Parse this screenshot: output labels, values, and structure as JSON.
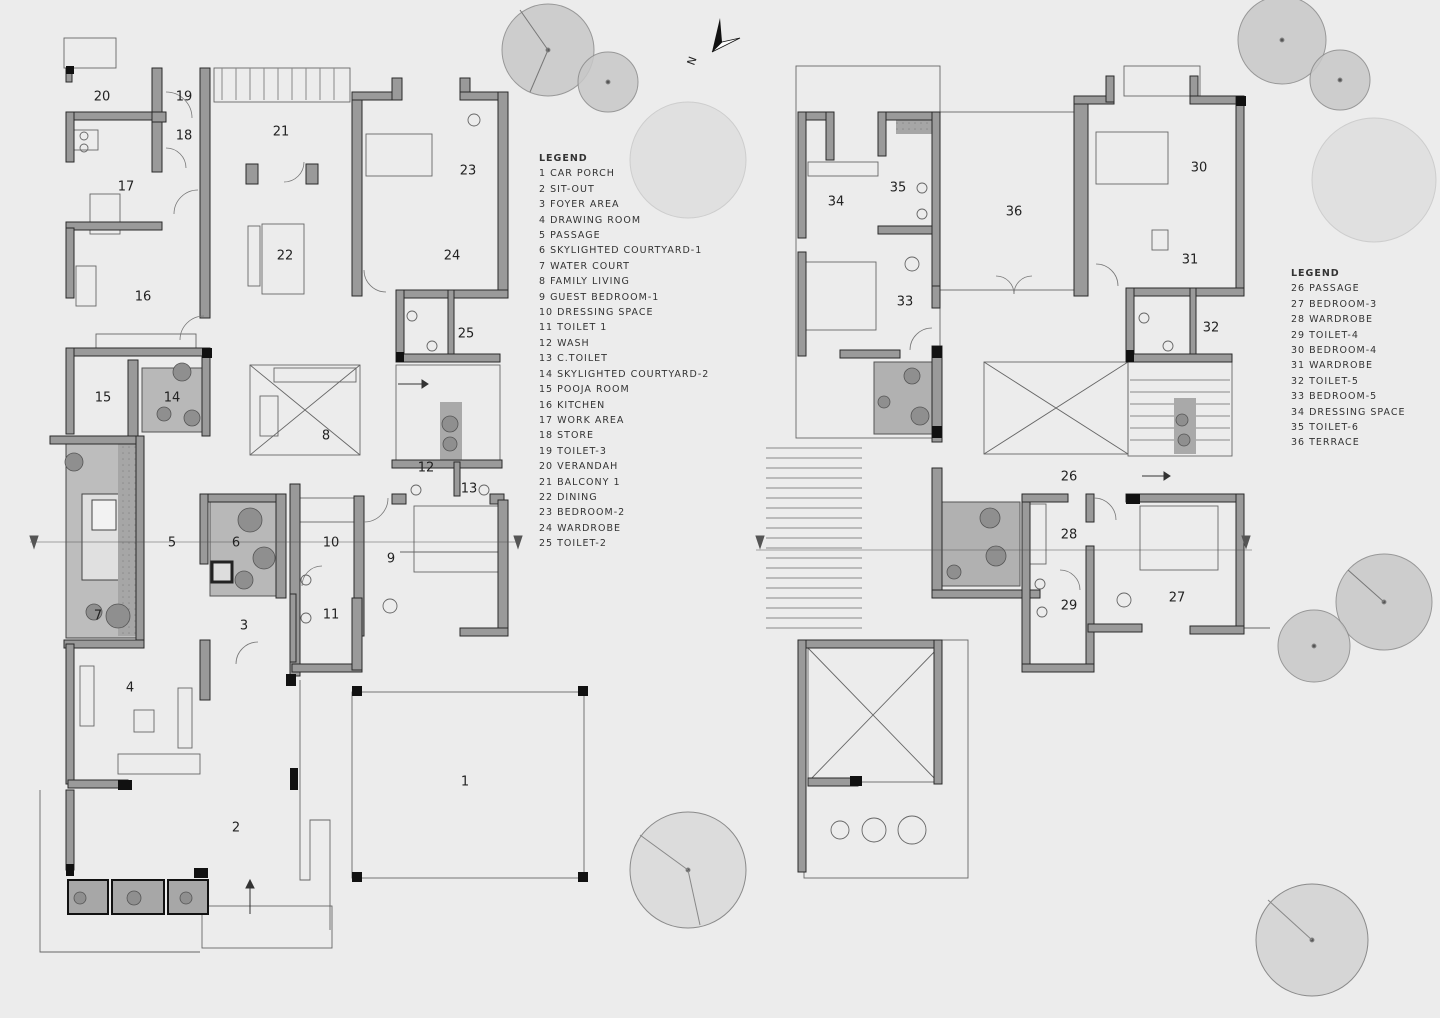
{
  "north_label": "N",
  "ground_floor": {
    "legend_title": "LEGEND",
    "legend": [
      "1 CAR PORCH",
      "2 SIT-OUT",
      "3 FOYER AREA",
      "4 DRAWING ROOM",
      "5 PASSAGE",
      "6 SKYLIGHTED COURTYARD-1",
      "7 WATER COURT",
      "8 FAMILY LIVING",
      "9 GUEST BEDROOM-1",
      "10 DRESSING SPACE",
      "11 TOILET 1",
      "12 WASH",
      "13 C.TOILET",
      "14 SKYLIGHTED COURTYARD-2",
      "15 POOJA ROOM",
      "16 KITCHEN",
      "17 WORK AREA",
      "18 STORE",
      "19 TOILET-3",
      "20 VERANDAH",
      "21 BALCONY 1",
      "22 DINING",
      "23 BEDROOM-2",
      "24 WARDROBE",
      "25 TOILET-2"
    ],
    "rooms": [
      {
        "n": "1"
      },
      {
        "n": "2"
      },
      {
        "n": "3"
      },
      {
        "n": "4"
      },
      {
        "n": "5"
      },
      {
        "n": "6"
      },
      {
        "n": "7"
      },
      {
        "n": "8"
      },
      {
        "n": "9"
      },
      {
        "n": "10"
      },
      {
        "n": "11"
      },
      {
        "n": "12"
      },
      {
        "n": "13"
      },
      {
        "n": "14"
      },
      {
        "n": "15"
      },
      {
        "n": "16"
      },
      {
        "n": "17"
      },
      {
        "n": "18"
      },
      {
        "n": "19"
      },
      {
        "n": "20"
      },
      {
        "n": "21"
      },
      {
        "n": "22"
      },
      {
        "n": "23"
      },
      {
        "n": "24"
      },
      {
        "n": "25"
      }
    ]
  },
  "first_floor": {
    "legend_title": "LEGEND",
    "legend": [
      "26 PASSAGE",
      "27 BEDROOM-3",
      "28 WARDROBE",
      "29 TOILET-4",
      "30 BEDROOM-4",
      "31 WARDROBE",
      "32 TOILET-5",
      "33 BEDROOM-5",
      "34 DRESSING SPACE",
      "35 TOILET-6",
      "36 TERRACE"
    ],
    "rooms": [
      {
        "n": "26"
      },
      {
        "n": "27"
      },
      {
        "n": "28"
      },
      {
        "n": "29"
      },
      {
        "n": "30"
      },
      {
        "n": "31"
      },
      {
        "n": "32"
      },
      {
        "n": "33"
      },
      {
        "n": "34"
      },
      {
        "n": "35"
      },
      {
        "n": "36"
      }
    ]
  },
  "colors": {
    "background": "#ececec",
    "wall_fill": "#9a9a9a",
    "wall_stroke": "#2a2a2a",
    "courtyard": "#a9a9a9",
    "tree": "#c6c6c6",
    "line": "#555555"
  }
}
